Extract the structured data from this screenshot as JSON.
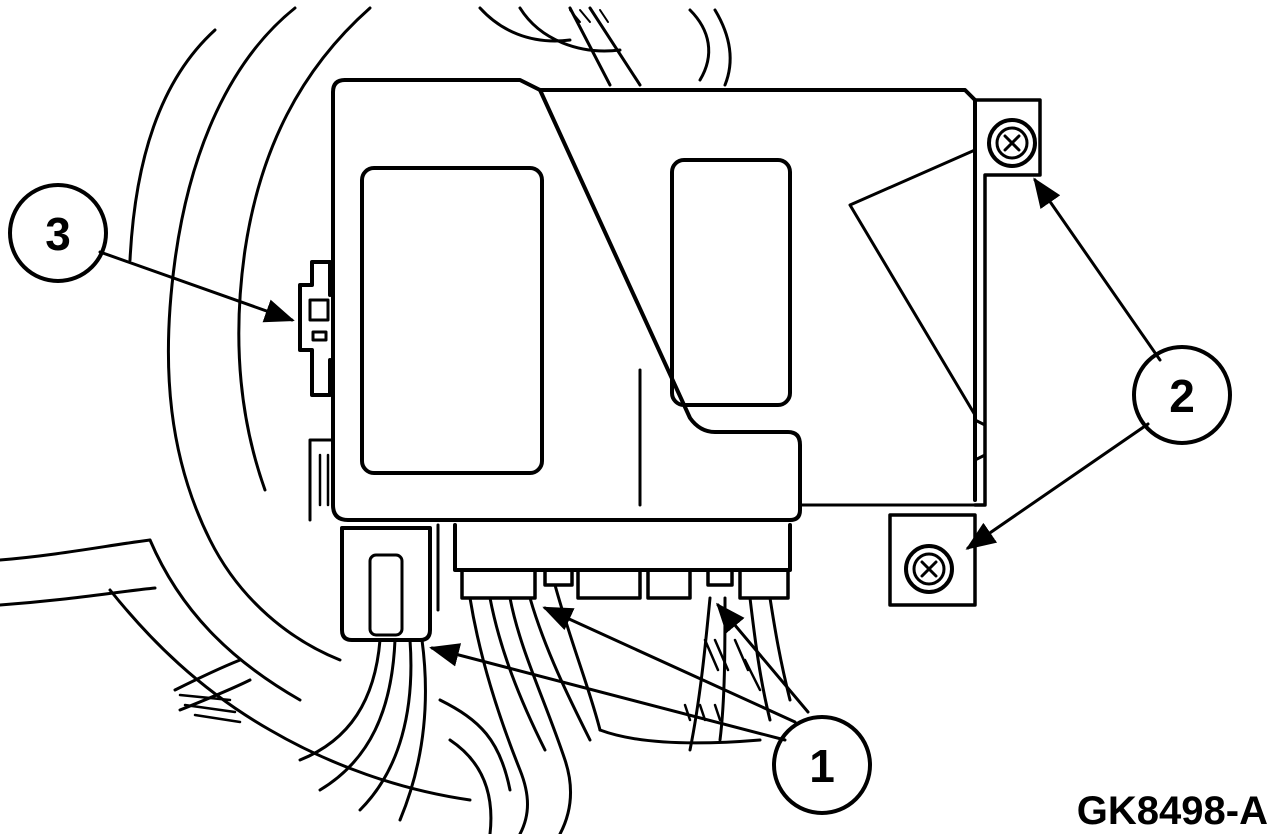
{
  "figure": {
    "code": "GK8498-A",
    "callouts": [
      {
        "id": "callout-1",
        "label": "1"
      },
      {
        "id": "callout-2",
        "label": "2"
      },
      {
        "id": "callout-3",
        "label": "3"
      }
    ]
  }
}
